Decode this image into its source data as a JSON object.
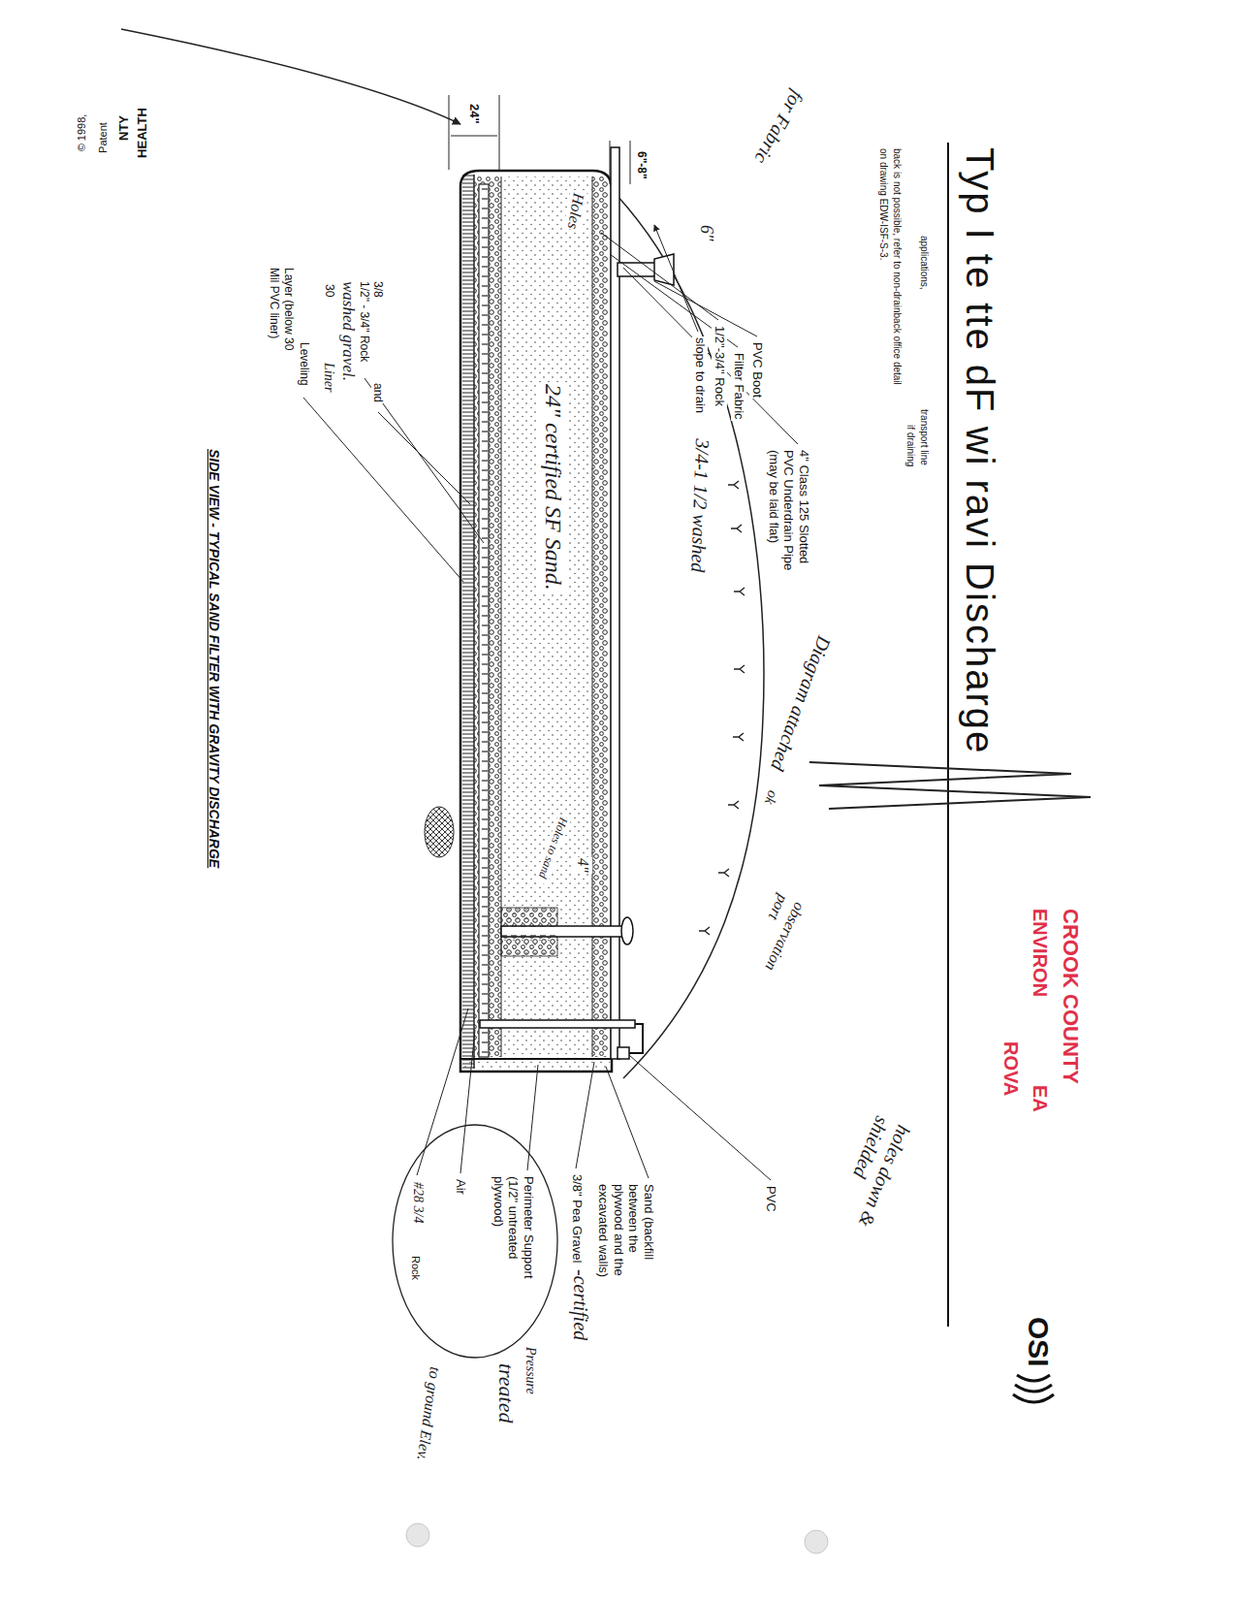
{
  "diagram": {
    "title": "Typ I te tte dF wi ravi Discharge",
    "caption": "SIDE VIEW - TYPICAL SAND FILTER WITH GRAVITY DISCHARGE",
    "labels": [
      "applications,",
      "transport line",
      "if draining",
      "back is not possible, refer to non-drainback office detail",
      "on drawing EDW-ISF-S-3.",
      "CROOK COUNTY",
      "ENVIRON",
      "EA",
      "ROVA",
      "OSI",
      "HEALTH",
      "NTY",
      "Patent",
      "© 1998,",
      "6\"-8\"",
      "24\"",
      "4\" Class 125 Slotted PVC Underdrain Pipe (may be laid flat)",
      "PVC Boot",
      "Filter Fabric",
      "1/2\"-3/4\" Rock",
      "slope to drain",
      "PVC",
      "Sand (backfill between the plywood and the excavated walls)",
      "3/8\" Pea Gravel",
      "Perimeter Support (1/2\" untreated plywood)",
      "Air",
      "Rock",
      "3/8",
      "1/2\" - 3/4\" Rock",
      "and",
      "30",
      "Leveling",
      "Layer (below 30",
      "Mil PVC liner)",
      "Diagram attached",
      "ok",
      "for Fabric",
      "6\"",
      "Holes",
      "24\" certified SF Sand.",
      "3/4-1 1/2 washed",
      "4\"",
      "Holes to sand",
      "observation port",
      "holes down & shielded",
      "-certified",
      "Pressure",
      "treated",
      "to ground Elev.",
      "#28 3/4",
      "washed gravel.",
      "Liner"
    ]
  }
}
